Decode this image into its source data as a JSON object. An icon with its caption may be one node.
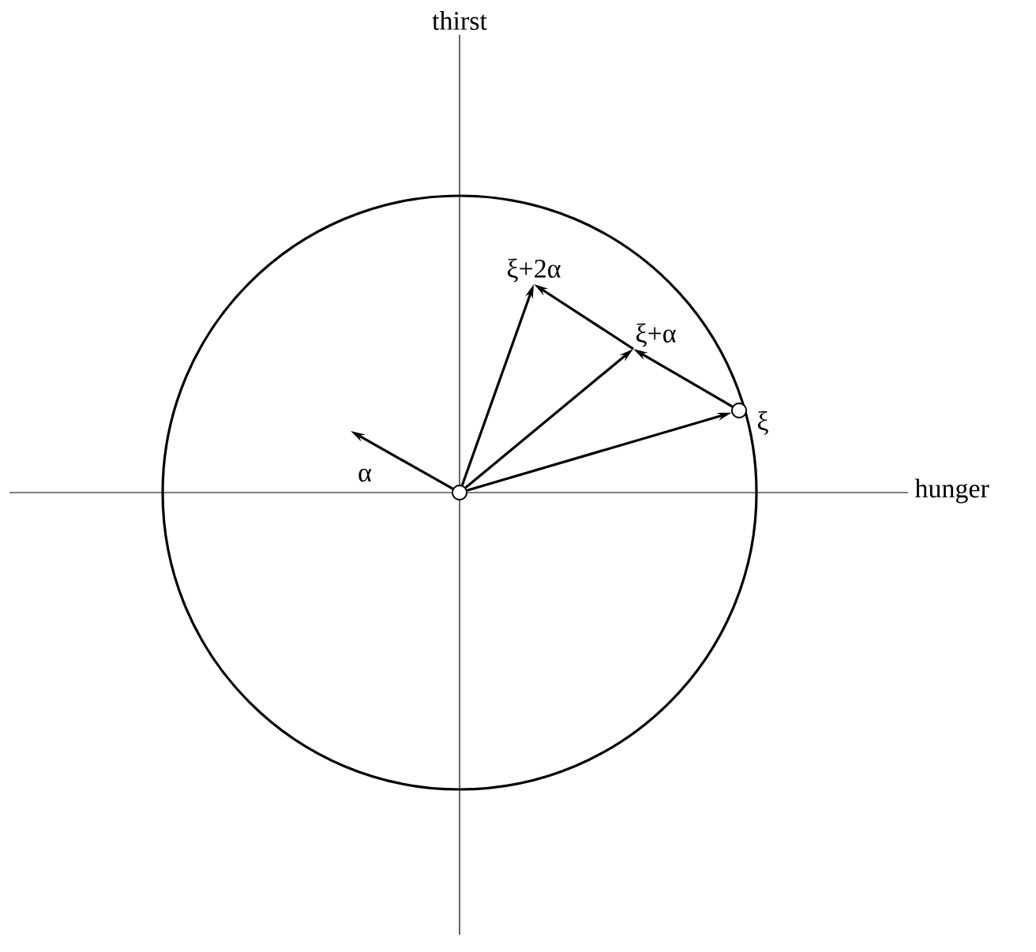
{
  "diagram": {
    "nodes": [
      {
        "text": [],
        "shape": "circle"
      },
      {
        "text": [],
        "shape": "circle",
        "beside": [
          "ξ"
        ]
      },
      {
        "text": [
          "ξ+α"
        ]
      },
      {
        "text": [
          "ξ+2α"
        ]
      }
    ],
    "edges": [
      {
        "from": 0,
        "to": 1,
        "arrow": "to"
      },
      {
        "from": 0,
        "to": 2,
        "arrow": "to"
      },
      {
        "from": 0,
        "to": 3,
        "arrow": "to"
      },
      {
        "from": 1,
        "to": 2,
        "arrow": "to"
      },
      {
        "from": 2,
        "to": 3,
        "arrow": "to"
      },
      {
        "from": 0,
        "to": null,
        "arrow": "to",
        "label": "α"
      }
    ],
    "labels": [
      "thirst",
      "hunger"
    ]
  }
}
